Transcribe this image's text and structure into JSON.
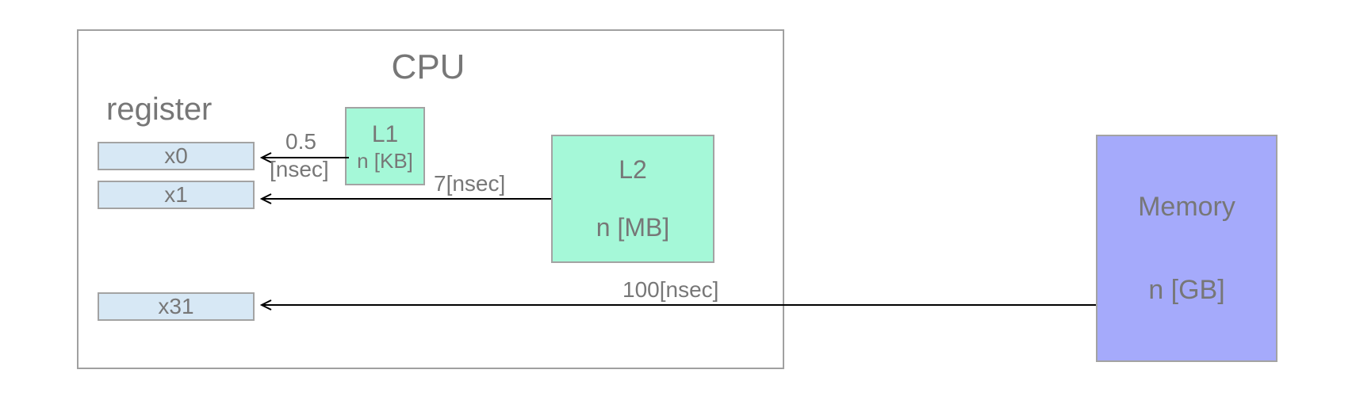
{
  "cpu": {
    "title": "CPU"
  },
  "registers": {
    "title": "register",
    "items": [
      "x0",
      "x1",
      "x31"
    ]
  },
  "l1": {
    "title": "L1",
    "size": "n [KB]",
    "latency_line1": "0.5",
    "latency_line2": "[nsec]"
  },
  "l2": {
    "title": "L2",
    "size": "n [MB]",
    "latency": "7[nsec]"
  },
  "memory": {
    "title": "Memory",
    "size": "n [GB]",
    "latency": "100[nsec]"
  },
  "colors": {
    "register_fill": "#d7e8f5",
    "cache_fill": "#a5f8d8",
    "memory_fill": "#a5aafb",
    "border": "#a3a3a3",
    "text": "#777777",
    "arrow": "#000000"
  }
}
